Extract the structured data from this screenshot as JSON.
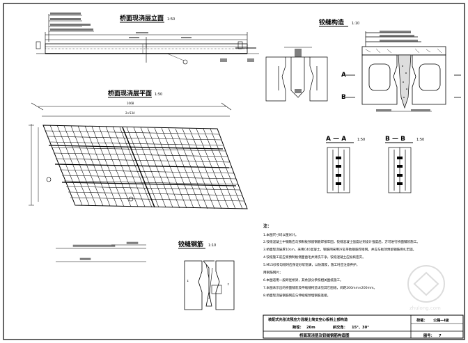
{
  "sheet": {
    "title_elevation": "桥面现浇层立面",
    "title_elevation_scale": "1:50",
    "title_plan": "桥面现浇层平面",
    "title_plan_scale": "1:50",
    "title_hinge": "铰缝构造",
    "title_hinge_scale": "1:10",
    "title_hinge_rebar": "铰缝钢筋",
    "title_hinge_rebar_scale": "1:10",
    "title_section_a": "A — A",
    "title_section_b": "B — B",
    "title_section_scale": "1:50",
    "marker_a": "A",
    "marker_b": "B",
    "dim_plan_1": "1068",
    "dim_plan_2": "2×534",
    "notes_heading": "注：",
    "notes": [
      "1.本图尺寸均以厘米计。",
      "2.铰缝混凝土中钢筋应与预制板预留钢筋焊接牢固，铰缝混凝土强度达到设计强度后，方可进行桥面铺装施工。",
      "3.桥面现浇层厚10cm，采用C40混凝土，钢筋网采用冷轧带肋钢筋焊接网，并应与板顶预留钢筋绑扎牢固。",
      "4.铰缝施工前应将预制板侧面凿毛并清洗干净，铰缝混凝土应振捣密实。",
      "5.M15砂浆勾缝时应保证砂浆饱满，以防漏浆，施工时应注意养护。",
      "   用钢筋网片；",
      "6.本图适用一般跨径桥梁，其余部分参照相关图纸施工。",
      "7.本图未示出的桥面铺装及伸缩缝构造详见其它图纸，间距200mm×200mm。",
      "8.桥面现浇层钢筋网应与伸缩缝预埋钢筋连接。"
    ],
    "title_block": {
      "project": "装配式先张法预应力混凝土简支空心板桥上部构造",
      "span_label": "跨径：",
      "span_value": "20m",
      "skew_label": "斜交角：",
      "skew_value": "15°、30°",
      "drawing_name": "桥面现浇层及铰缝钢筋构造图",
      "load_label": "荷载：",
      "load_value": "公路—I级",
      "sheet_label": "图号：",
      "sheet_value": "7"
    },
    "watermark": "zhulong.com"
  }
}
